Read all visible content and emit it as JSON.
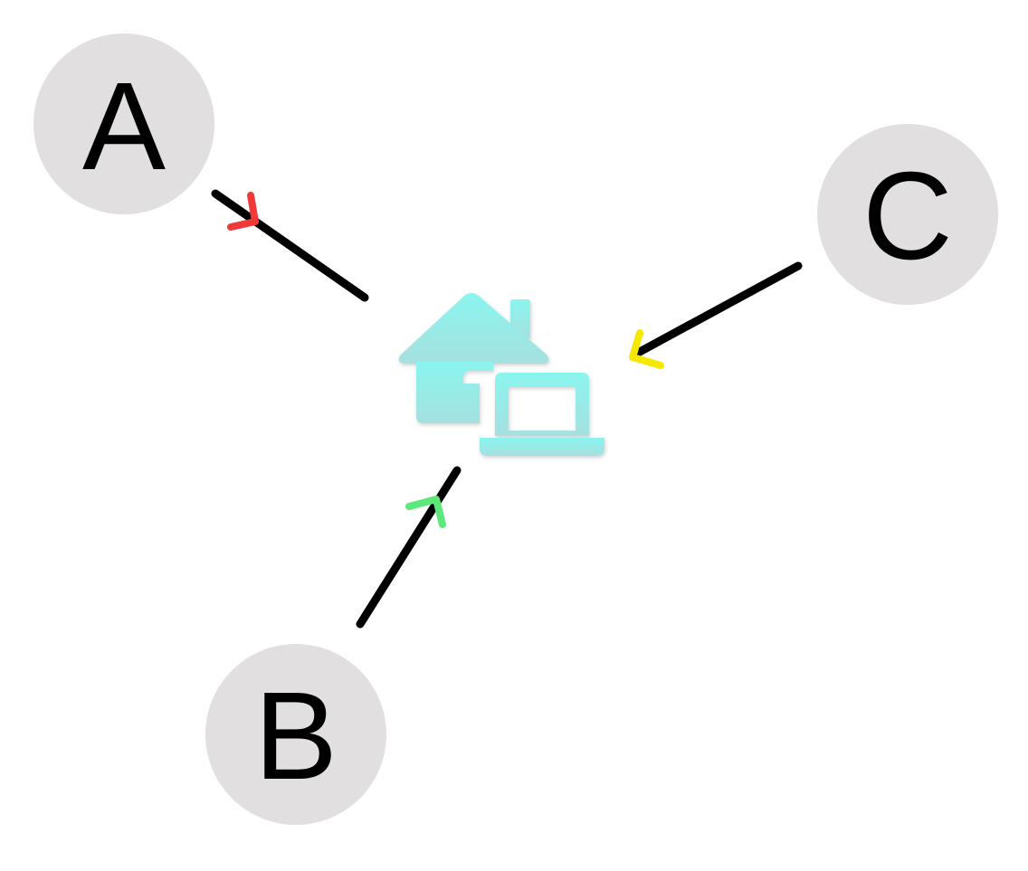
{
  "nodes": [
    {
      "id": "A",
      "label": "A"
    },
    {
      "id": "B",
      "label": "B"
    },
    {
      "id": "C",
      "label": "C"
    }
  ],
  "hub": {
    "icon": "home-laptop-icon"
  },
  "edges": [
    {
      "from": "A",
      "to": "hub",
      "arrow_color": "#f03a3a"
    },
    {
      "from": "B",
      "to": "hub",
      "arrow_color": "#5ce87a"
    },
    {
      "from": "C",
      "to": "hub",
      "arrow_color": "#f5e800"
    }
  ],
  "colors": {
    "node_fill": "#e1dfdf",
    "line": "#000000",
    "icon_top": "#8af5ee",
    "icon_bottom": "#a6e0e0"
  }
}
